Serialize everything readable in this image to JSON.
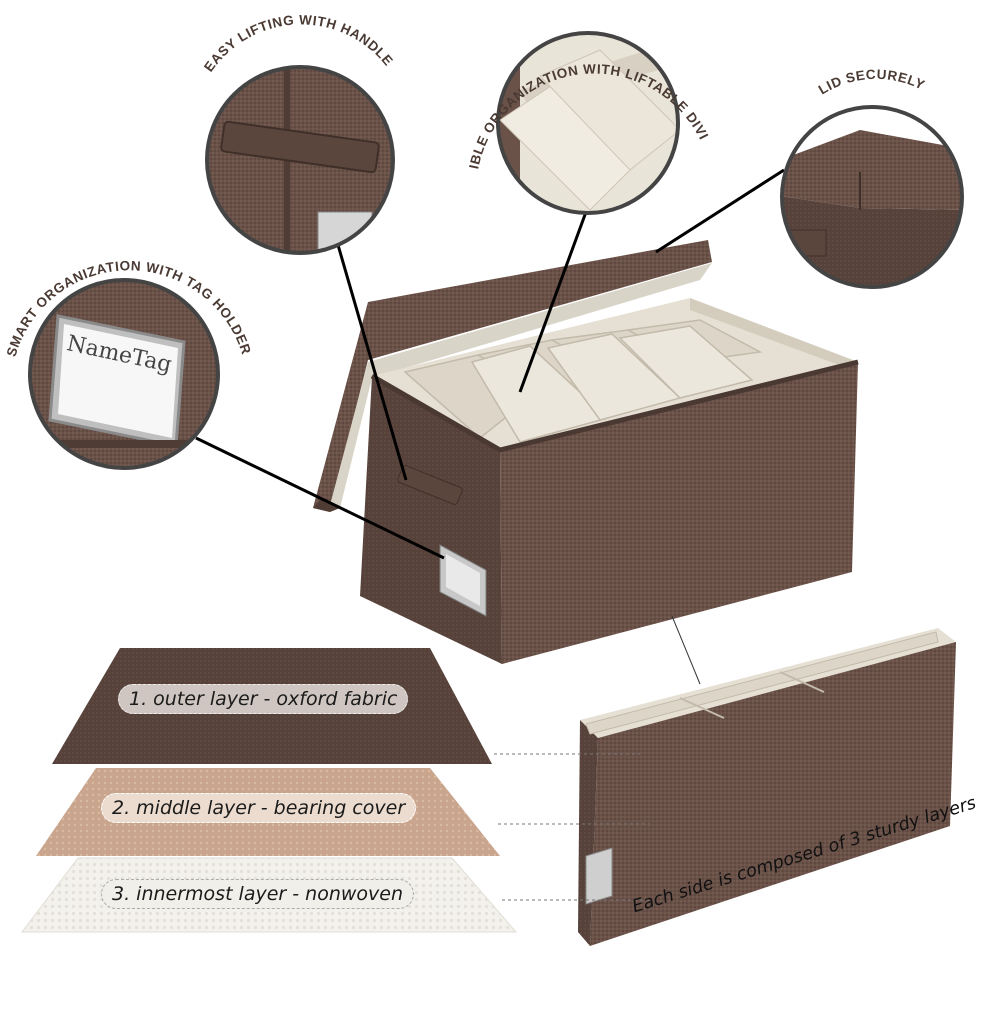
{
  "callouts": {
    "handle": "EASY LIFTING WITH HANDLE",
    "dividers": "FLEXIBLE ORGANIZATION WITH LIFTABLE DIVIDERS",
    "lid": "LID SECURELY",
    "tag_holder": "SMART ORGANIZATION WITH TAG HOLDER"
  },
  "name_tag_text": "NameTag",
  "layers": {
    "outer": "1. outer layer - oxford fabric",
    "middle": "2. middle layer - bearing cover",
    "inner": "3. innermost layer - nonwoven"
  },
  "caption": "Each side is composed of 3 sturdy layers",
  "colors": {
    "fabric_brown": "#6b5249",
    "fabric_dark": "#4f3c35",
    "liner_beige": "#e6e0d4",
    "middle_layer_tan": "#c9a58d",
    "inner_layer_white": "#f3f1ec",
    "label_text": "#4a3a33"
  }
}
